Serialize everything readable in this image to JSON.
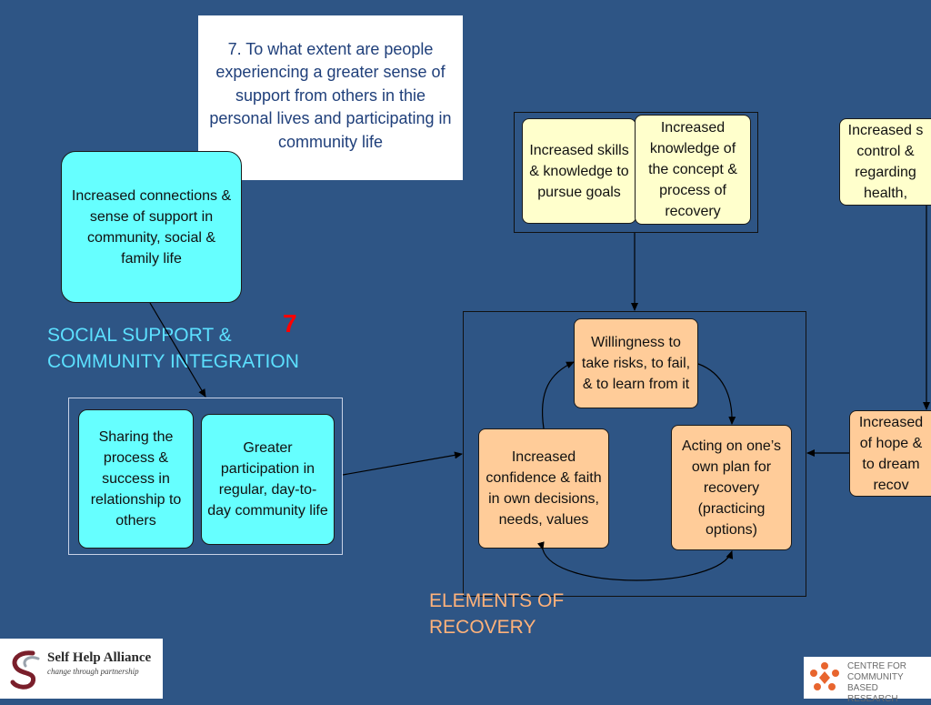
{
  "question": {
    "text": "7.  To what extent are people experiencing a greater sense of support from others in thie personal lives and participating in community life"
  },
  "boxes": {
    "connections": "Increased connections & sense of  support in community, social & family life",
    "skills": "Increased skills & knowledge to pursue goals",
    "knowledge": "Increased knowledge of the concept & process of recovery",
    "sense_control": "Increased s control &  regarding health,",
    "willingness": "Willingness to take risks, to fail, & to learn from it",
    "confidence": "Increased confidence & faith in own decisions, needs, values",
    "acting": "Acting on one’s own plan for recovery (practicing options)",
    "hope": "Increased of hope & to dream recov",
    "sharing": "Sharing the process & success in relationship to others",
    "participation": "Greater participation in regular, day-to-day community life"
  },
  "labels": {
    "social_support": "SOCIAL SUPPORT & \nCOMMUNITY INTEGRATION",
    "number": "7",
    "elements": "ELEMENTS OF \nRECOVERY"
  },
  "logos": {
    "self_help_title": "Self Help Alliance",
    "self_help_tagline": "change through partnership",
    "centre_line1": "CENTRE FOR",
    "centre_line2": "COMMUNITY",
    "centre_line3": "BASED RESEARCH"
  },
  "colors": {
    "background": "#2e5585",
    "cyan_box": "#66ffff",
    "peach_box": "#ffcc99",
    "cream_box": "#ffffcc",
    "label_cyan": "#5ce0ff",
    "label_orange": "#ffb27a",
    "number_red": "#ff0000"
  }
}
